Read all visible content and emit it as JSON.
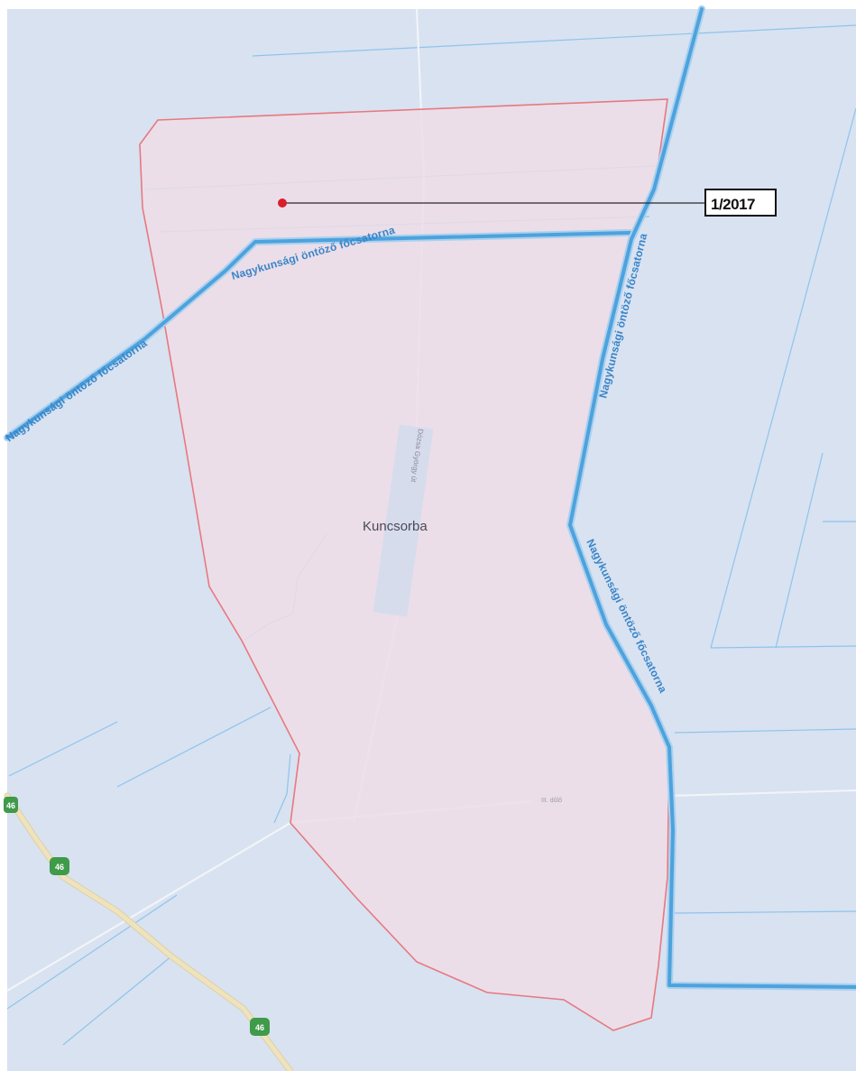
{
  "map": {
    "place_label": "Kuncsorba",
    "canal_label": "Nagykunsági öntöző főcsatorna",
    "canal_label_north": "Nagykunsági öntöző főcsatorna",
    "canal_label_west": "Nagykunsági öntöző főcsatorna",
    "canal_label_east": "Nagykunsági öntöző főcsatorna",
    "canal_label_south": "Nagykunsági öntöző főcsatorna",
    "street_label": "Dózsa György út",
    "locality_label": "III. dűlő",
    "road_number": "46",
    "marker_label": "1/2017",
    "colors": {
      "background": "#d8e2f1",
      "boundary_fill": "#efdde8",
      "boundary_stroke": "#e8787f",
      "canal": "#4ea2dd",
      "canal_thin": "#8cc3ea",
      "road": "#efe3bd",
      "road_shield": "#3f9a4a",
      "marker": "#d91f2a",
      "minor_road": "#f2f4f8"
    },
    "icons": [
      "marker-dot-icon",
      "route-46-shield-icon"
    ]
  }
}
